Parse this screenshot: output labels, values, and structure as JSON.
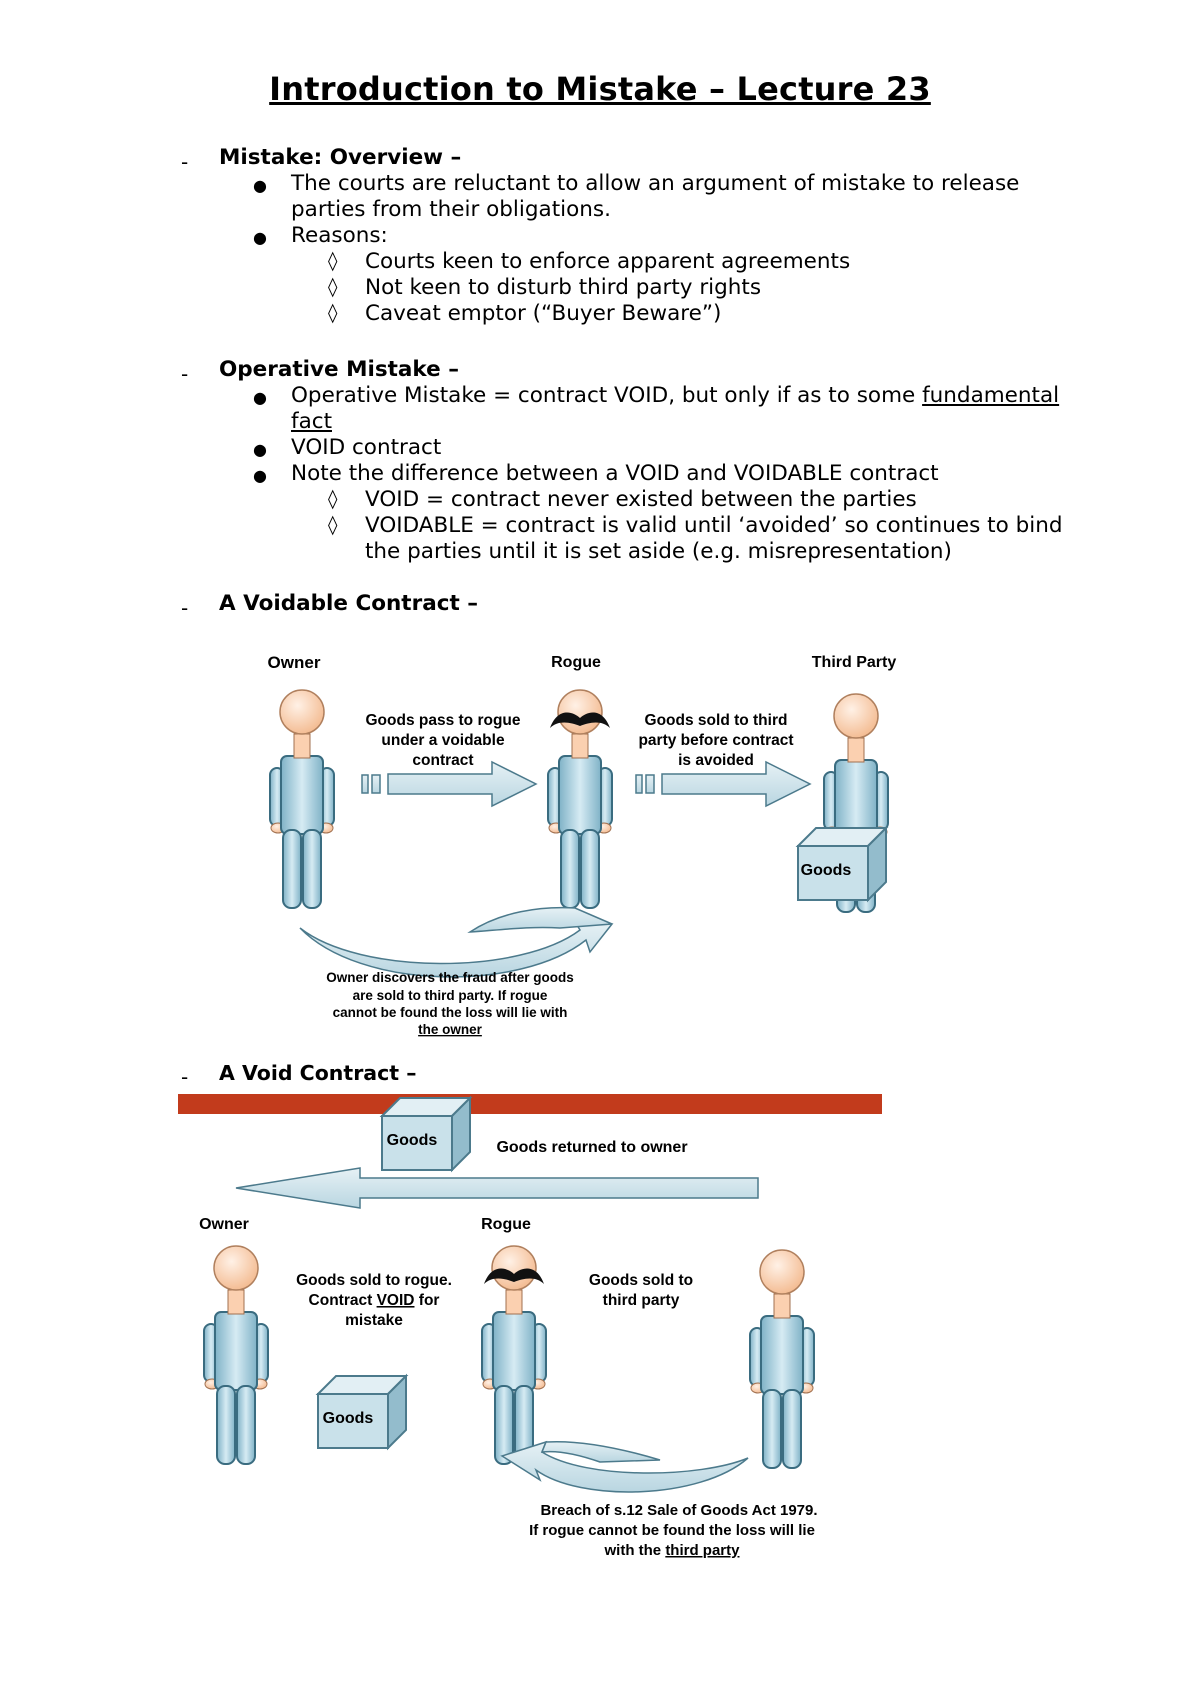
{
  "doc": {
    "title": "Introduction to Mistake – Lecture 23",
    "sections": {
      "overview": {
        "heading": "Mistake: Overview –",
        "bullet1_line1": "The courts are reluctant to allow an argument of mistake to release",
        "bullet1_line2": "parties from their obligations.",
        "bullet2": "Reasons:",
        "reasons": [
          "Courts keen to enforce apparent agreements",
          "Not keen to disturb third party rights",
          "Caveat emptor (“Buyer Beware”)"
        ]
      },
      "operative": {
        "heading": "Operative Mistake –",
        "bullet1_line1_pre": "Operative Mistake = contract VOID, but only if as to some ",
        "bullet1_line1_u": "fundamental",
        "bullet1_line2_u": "fact",
        "bullet2": "VOID contract",
        "bullet3": "Note the difference between a VOID and VOIDABLE contract",
        "sub1": "VOID = contract never existed between the parties",
        "sub2_line1": "VOIDABLE = contract is valid until ‘avoided’ so continues to bind",
        "sub2_line2": "the parties until it is set aside (e.g. misrepresentation)"
      },
      "voidable": {
        "heading": "A Voidable Contract –"
      },
      "void": {
        "heading": "A Void Contract –"
      }
    }
  },
  "diagram1": {
    "owner": "Owner",
    "rogue": "Rogue",
    "third_party": "Third Party",
    "arrow1_lines": [
      "Goods pass to rogue",
      "under a voidable",
      "contract"
    ],
    "arrow2_lines": [
      "Goods sold to third",
      "party before contract",
      "is avoided"
    ],
    "goods": "Goods",
    "caption_lines": [
      "Owner discovers the fraud after goods",
      "are sold to third party.       If rogue",
      "cannot be found the loss will lie with"
    ],
    "caption_last_u": "the owner"
  },
  "diagram2": {
    "goods_top": "Goods",
    "returned": "Goods returned to owner",
    "owner": "Owner",
    "rogue": "Rogue",
    "sold_line1": "Goods sold to rogue.",
    "sold_line2_pre": "Contract ",
    "sold_line2_u": "VOID",
    "sold_line2_post": " for",
    "sold_line3": "mistake",
    "sold_third_lines": [
      "Goods sold to",
      "third party"
    ],
    "goods_bottom": "Goods",
    "caption_line1": "Breach of s.12 Sale of Goods Act 1979.",
    "caption_line2": "If rogue cannot be found the loss will lie",
    "caption_line3_pre": "with the ",
    "caption_line3_u": "third party"
  },
  "colors": {
    "figure_fill": "#a9cfdf",
    "figure_stroke": "#3a6c80",
    "head_fill": "#fbd0b0",
    "arrow_fill": "#cfe4ec",
    "banner": "#c23b1c",
    "box_fill": "#c9e1ea"
  }
}
